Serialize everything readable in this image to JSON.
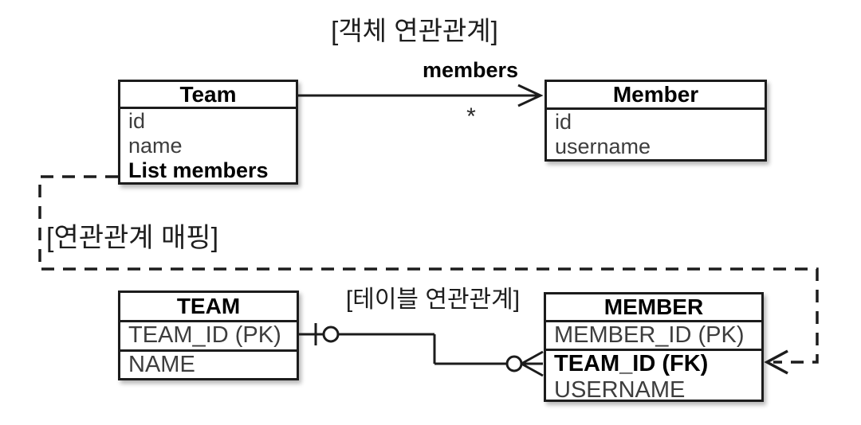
{
  "titles": {
    "object_association": "[객체 연관관계]",
    "association_mapping": "[연관관계 매핑]",
    "table_association": "[테이블 연관관계]"
  },
  "object_diagram": {
    "team_class": {
      "title": "Team",
      "field_id": "id",
      "field_name": "name",
      "field_members": "List members"
    },
    "member_class": {
      "title": "Member",
      "field_id": "id",
      "field_username": "username"
    },
    "association": {
      "label": "members",
      "multiplicity": "*"
    }
  },
  "table_diagram": {
    "team_table": {
      "title": "TEAM",
      "column_pk": "TEAM_ID (PK)",
      "column_name": "NAME"
    },
    "member_table": {
      "title": "MEMBER",
      "column_pk": "MEMBER_ID (PK)",
      "column_fk": "TEAM_ID (FK)",
      "column_username": "USERNAME"
    }
  },
  "colors": {
    "line": "#1c1c1c",
    "muted_text": "#3d3d3d",
    "strong_text": "#000000",
    "background": "#ffffff"
  }
}
